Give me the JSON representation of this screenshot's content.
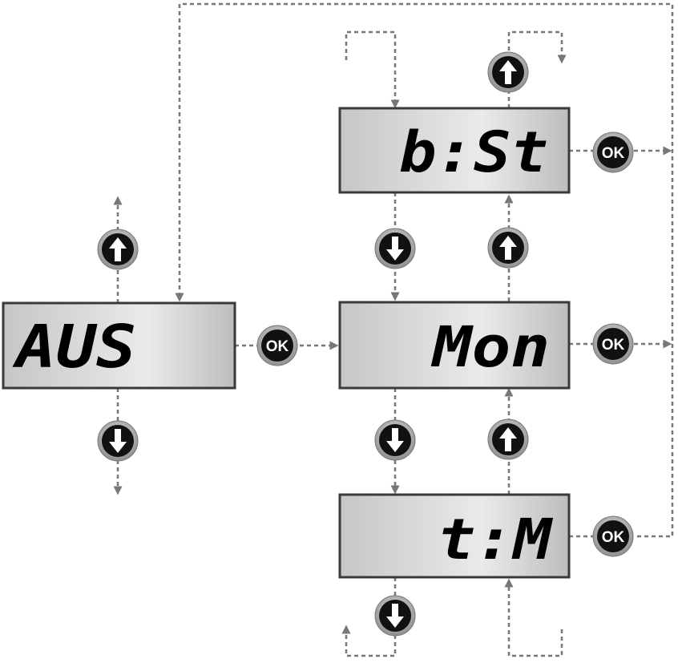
{
  "displays": {
    "aus": {
      "text": "AUS"
    },
    "bst": {
      "text": "b:St"
    },
    "mon": {
      "text": "Mon"
    },
    "tm": {
      "text": "t:M"
    }
  },
  "buttons": {
    "ok_label": "OK",
    "up_icon": "arrow-up-icon",
    "down_icon": "arrow-down-icon"
  },
  "colors": {
    "connector": "#777777",
    "display_border": "#3a3a3a",
    "button_face": "#111111",
    "button_ring": "#bbbbbb"
  }
}
